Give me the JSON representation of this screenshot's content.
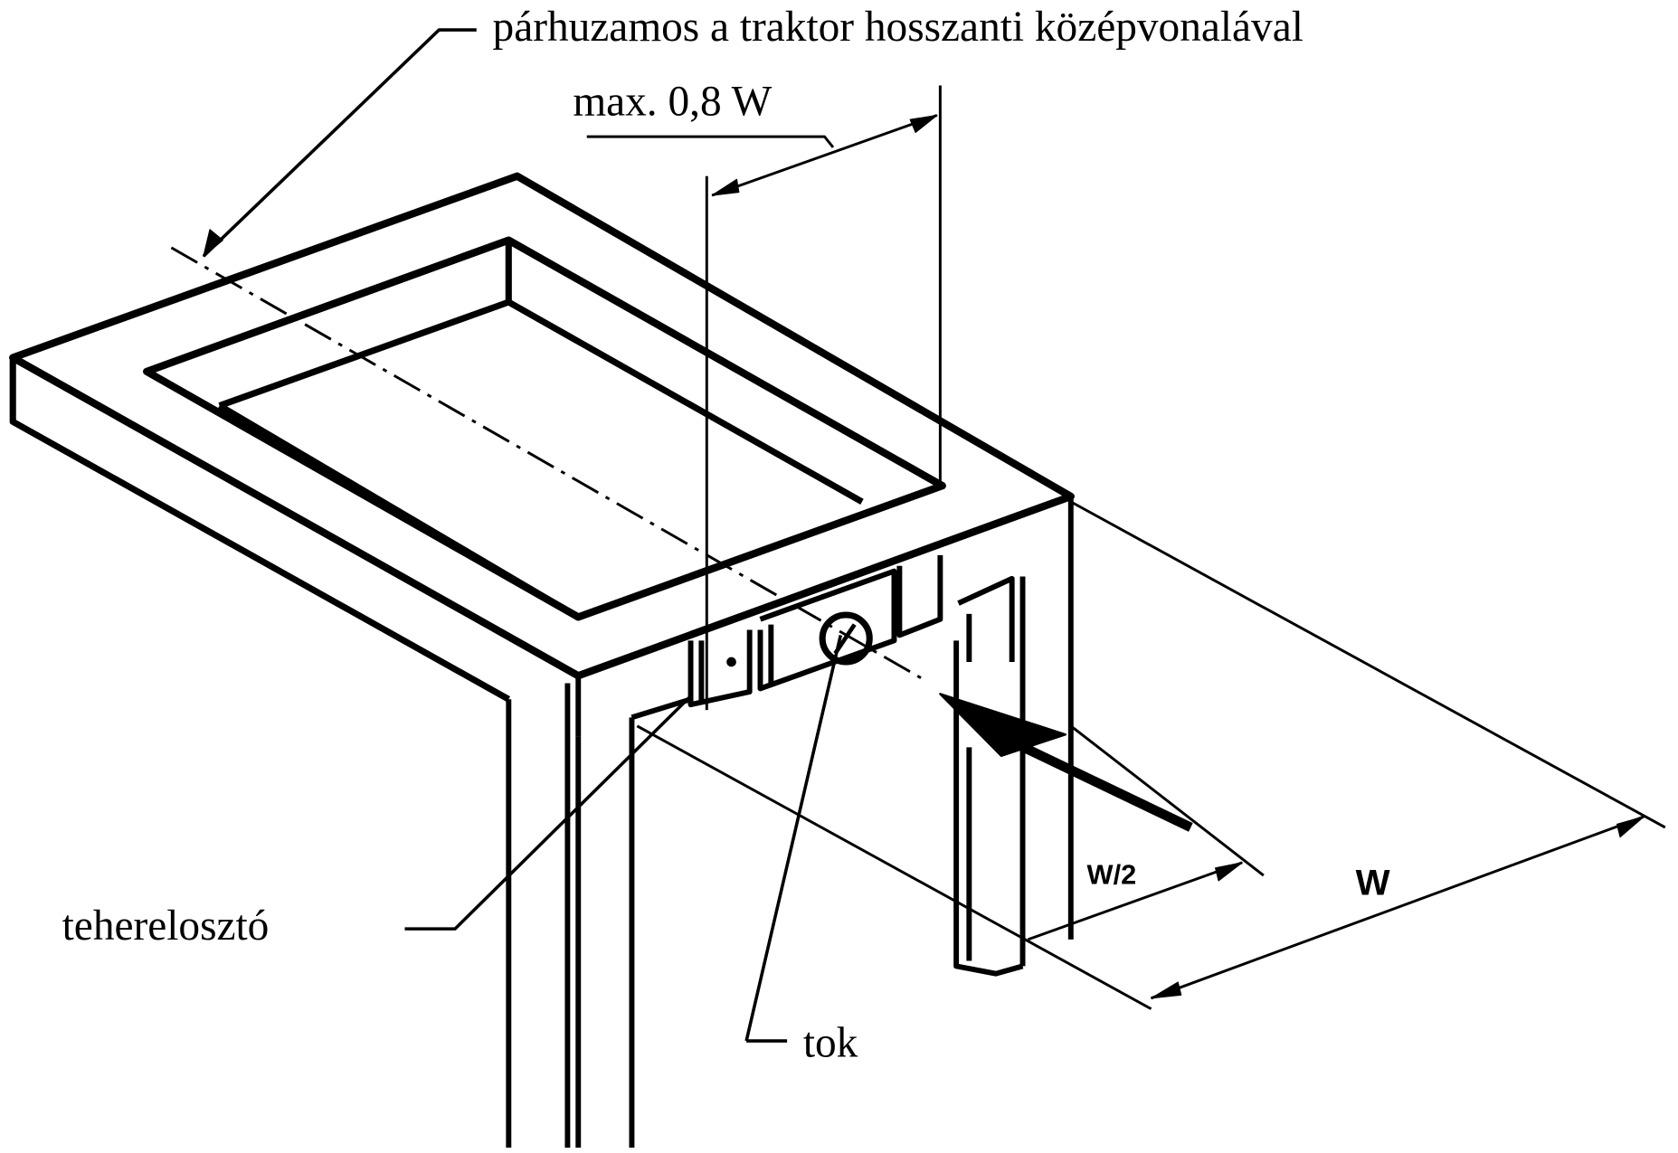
{
  "labels": {
    "centerline": "párhuzamos a traktor hosszanti középvonalával",
    "max_width": "max. 0,8 W",
    "load_distributor": "teherelosztó",
    "socket": "tok",
    "half_width": "W/2",
    "width": "W"
  },
  "colors": {
    "line": "#000000",
    "background": "#ffffff"
  }
}
